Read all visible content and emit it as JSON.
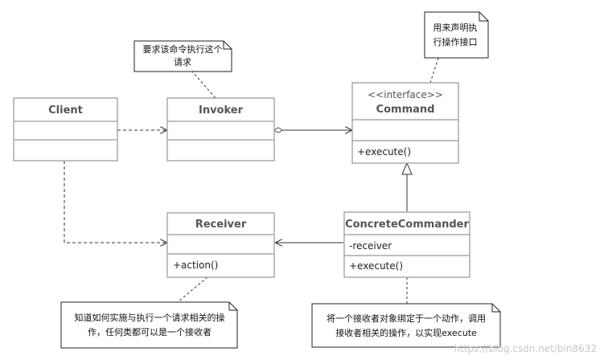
{
  "classes": {
    "client": {
      "title": "Client"
    },
    "invoker": {
      "title": "Invoker"
    },
    "command": {
      "stereotype": "<<interface>>",
      "title": "Command",
      "method": "+execute()"
    },
    "receiver": {
      "title": "Receiver",
      "method": "+action()"
    },
    "concrete": {
      "title": "ConcreteCommander",
      "field": "-receiver",
      "method": "+execute()"
    }
  },
  "notes": {
    "invoker_note": {
      "line1": "要求该命令执行这个",
      "line2": "请求"
    },
    "command_note": {
      "line1": "用来声明执",
      "line2": "行操作接口"
    },
    "receiver_note": {
      "line1": "知道如何实施与执行一个请求相关的操",
      "line2": "作，任何类都可以是一个接收者"
    },
    "concrete_note": {
      "line1": "将一个接收者对象绑定于一个动作，调用",
      "line2": "接收者相关的操作，以实现execute"
    }
  },
  "watermark": "https://blog.csdn.net/bin8632",
  "colors": {
    "box_border": "#aaaaaa",
    "line": "#333333",
    "note_fill": "#ffffff"
  }
}
